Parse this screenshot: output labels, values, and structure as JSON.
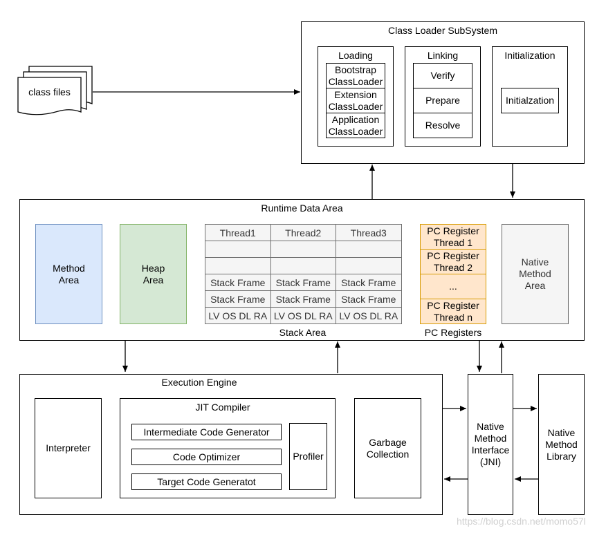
{
  "input": {
    "label": "class files"
  },
  "class_loader": {
    "title": "Class Loader SubSystem",
    "loading": {
      "title": "Loading",
      "items": [
        "Bootstrap\nClassLoader",
        "Extension\nClassLoader",
        "Application\nClassLoader"
      ]
    },
    "linking": {
      "title": "Linking",
      "items": [
        "Verify",
        "Prepare",
        "Resolve"
      ]
    },
    "initialization": {
      "title": "Initialization",
      "item": "Initialzation"
    }
  },
  "runtime": {
    "title": "Runtime Data Area",
    "method_area": "Method\nArea",
    "heap_area": "Heap\nArea",
    "stack": {
      "label": "Stack Area",
      "columns": [
        "Thread1",
        "Thread2",
        "Thread3"
      ],
      "rows": [
        [
          "",
          "",
          ""
        ],
        [
          "",
          "",
          ""
        ],
        [
          "Stack Frame",
          "Stack Frame",
          "Stack Frame"
        ],
        [
          "Stack Frame",
          "Stack Frame",
          "Stack Frame"
        ],
        [
          "LV OS DL RA",
          "LV OS DL RA",
          "LV OS DL RA"
        ]
      ]
    },
    "pc": {
      "label": "PC Registers",
      "items": [
        "PC Register\nThread 1",
        "PC Register\nThread 2",
        "...",
        "PC Register\nThread n"
      ]
    },
    "native_area": "Native\nMethod\nArea"
  },
  "execution": {
    "title": "Execution Engine",
    "interpreter": "Interpreter",
    "jit": {
      "title": "JIT Compiler",
      "items": [
        "Intermediate Code Generator",
        "Code Optimizer",
        "Target Code Generatot"
      ],
      "profiler": "Profiler"
    },
    "gc": "Garbage\nCollection"
  },
  "jni": "Native\nMethod\nInterface\n(JNI)",
  "native_library": "Native\nMethod\nLibrary",
  "watermark": "https://blog.csdn.net/momo57l",
  "colors": {
    "method_fill": "#dae8fc",
    "method_stroke": "#6c8ebf",
    "heap_fill": "#d5e8d4",
    "heap_stroke": "#82b366",
    "pc_fill": "#ffe6cc",
    "pc_stroke": "#d79b00",
    "native_fill": "#f5f5f5",
    "native_stroke": "#666666"
  }
}
